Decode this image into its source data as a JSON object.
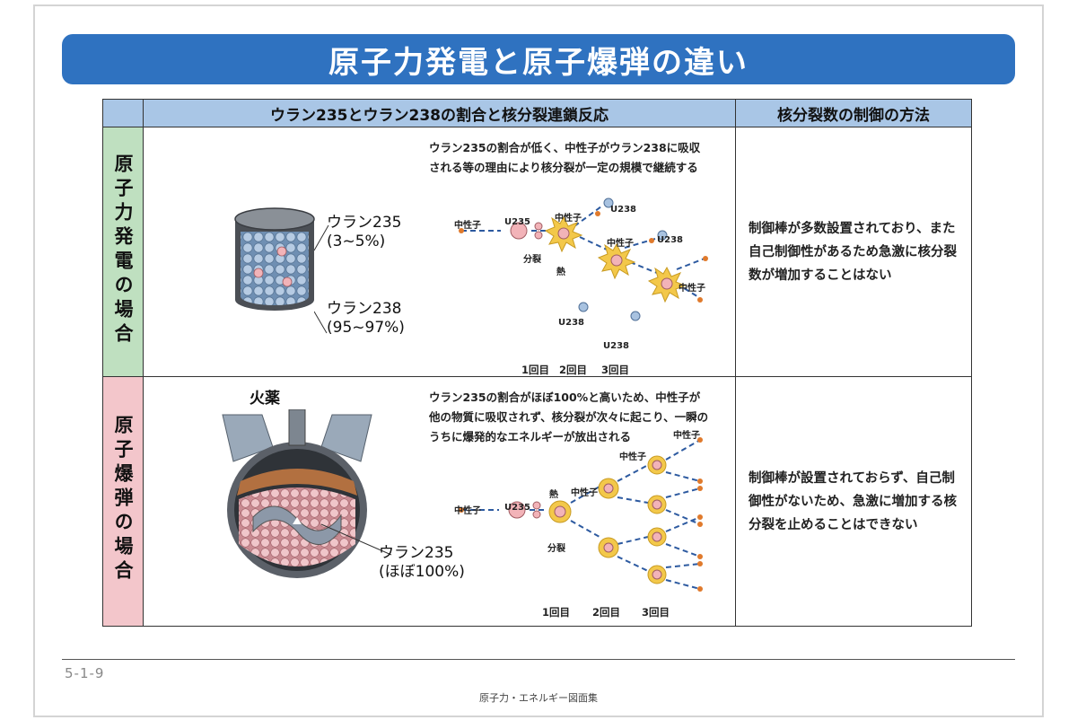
{
  "title": "原子力発電と原子爆弾の違い",
  "table": {
    "header_ratio": "ウラン235とウラン238の割合と核分裂連鎖反応",
    "header_method": "核分裂数の制御の方法",
    "rows": [
      {
        "label": "原子力発電の場合",
        "description": "ウラン235の割合が低く、中性子がウラン238に吸収\nされる等の理由により核分裂が一定の規模で継続する",
        "u235_label": "ウラン235",
        "u235_pct": "(3~5%)",
        "u238_label": "ウラン238",
        "u238_pct": "(95~97%)",
        "neutron": "中性子",
        "u235": "U235",
        "u238": "U238",
        "fission": "分裂",
        "heat": "熱",
        "generations": [
          "1回目",
          "2回目",
          "3回目"
        ],
        "method": "制御棒が多数設置されており、また自己制御性があるため急激に核分裂数が増加することはない"
      },
      {
        "label": "原子爆弾の場合",
        "description": "ウラン235の割合がほぼ100%と高いため、中性子が\n他の物質に吸収されず、核分裂が次々に起こり、一瞬の\nうちに爆発的なエネルギーが放出される",
        "explosive": "火薬",
        "u235_label": "ウラン235",
        "u235_pct": "(ほぼ100%)",
        "neutron": "中性子",
        "u235": "U235",
        "fission": "分裂",
        "heat": "熱",
        "generations": [
          "1回目",
          "2回目",
          "3回目"
        ],
        "method": "制御棒が設置されておらず、自己制御性がないため、急激に増加する核分裂を止めることはできない"
      }
    ]
  },
  "footer": {
    "page_number": "5-1-9",
    "collection": "原子力・エネルギー図面集"
  },
  "colors": {
    "title_bar": "#2f72c0",
    "header": "#a9c6e6",
    "row1_label": "#bfe0c0",
    "row2_label": "#f3c6cb",
    "neutron": "#e07a2c",
    "flash": "#f3c84a",
    "uranium235": "#f2b3b8",
    "uranium238": "#a8c2e0"
  }
}
